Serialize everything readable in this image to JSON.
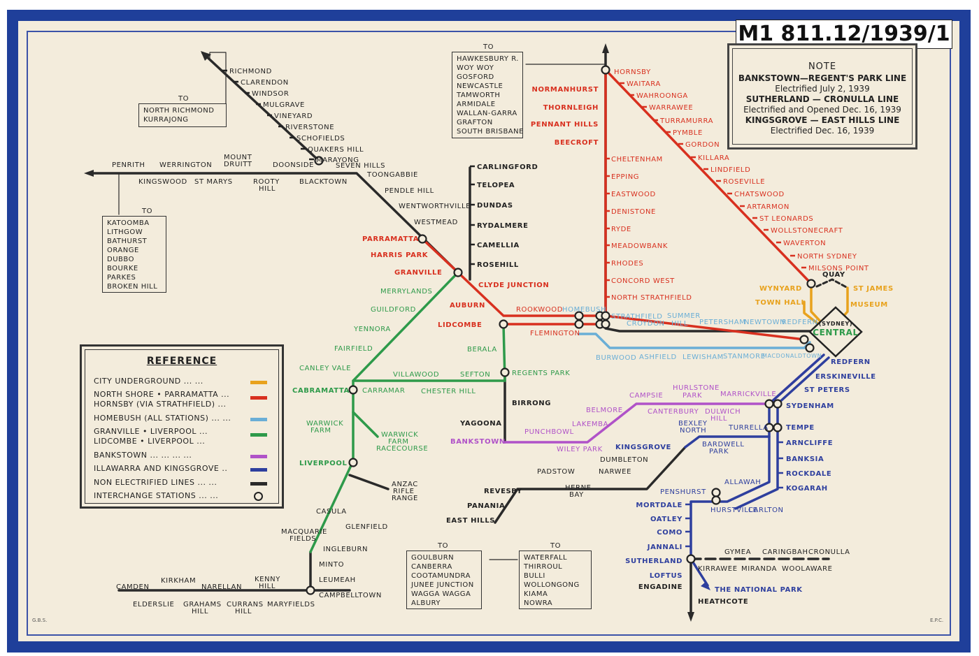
{
  "call_number": "M1 811.12/1939/1",
  "note": {
    "title": "NOTE",
    "line1": "BANKSTOWN—REGENT'S PARK LINE",
    "line2": "Electrified July 2, 1939",
    "line3": "SUTHERLAND — CRONULLA LINE",
    "line4": "Electrified and Opened Dec. 16, 1939",
    "line5": "KINGSGROVE — EAST HILLS LINE",
    "line6": "Electrified Dec. 16, 1939"
  },
  "reference": {
    "title": "REFERENCE",
    "rows": [
      "CITY UNDERGROUND ... ...",
      "NORTH SHORE • PARRAMATTA ...",
      "HORNSBY (VIA STRATHFIELD) ...",
      "HOMEBUSH (ALL STATIONS) ... ...",
      "GRANVILLE • LIVERPOOL ...",
      "LIDCOMBE • LIVERPOOL ...",
      "BANKSTOWN ... ... ... ...",
      "ILLAWARRA AND KINGSGROVE ..",
      "NON ELECTRIFIED LINES ... ...",
      "INTERCHANGE STATIONS ... ..."
    ]
  },
  "colors": {
    "city": "#e8a21d",
    "red": "#d8301f",
    "homebush": "#6aaed6",
    "green": "#2e9a4a",
    "bankstown": "#b052c8",
    "illawarra": "#2e3f9e",
    "black": "#2a2a2a",
    "border": "#1f3f9a",
    "paper": "#f3ecdc"
  },
  "boxes": {
    "north_richmond": {
      "to": "TO",
      "lines": [
        "NORTH RICHMOND",
        "KURRAJONG"
      ]
    },
    "katoomba": {
      "to": "TO",
      "lines": [
        "KATOOMBA",
        "LITHGOW",
        "BATHURST",
        "ORANGE",
        "DUBBO",
        "BOURKE",
        "PARKES",
        "BROKEN HILL"
      ]
    },
    "hawkesbury": {
      "to": "TO",
      "lines": [
        "HAWKESBURY R.",
        "WOY WOY",
        "GOSFORD",
        "NEWCASTLE",
        "TAMWORTH",
        "ARMIDALE",
        "WALLAN-GARRA",
        "GRAFTON",
        "SOUTH BRISBANE"
      ]
    },
    "goulburn": {
      "to": "TO",
      "lines": [
        "GOULBURN",
        "CANBERRA",
        "COOTAMUNDRA",
        "JUNEE JUNCTION",
        "WAGGA WAGGA",
        "ALBURY"
      ]
    },
    "waterfall": {
      "to": "TO",
      "lines": [
        "WATERFALL",
        "THIRROUL",
        "BULLI",
        "WOLLONGONG",
        "KIAMA",
        "NOWRA"
      ]
    }
  },
  "stations": {
    "richmond": "RICHMOND",
    "clarendon": "CLARENDON",
    "windsor": "WINDSOR",
    "mulgrave": "MULGRAVE",
    "vineyard": "VINEYARD",
    "riverstone": "RIVERSTONE",
    "schofields": "SCHOFIELDS",
    "quakers_hill": "QUAKERS HILL",
    "marayong": "MARAYONG",
    "seven_hills": "SEVEN HILLS",
    "toongabbie": "TOONGABBIE",
    "pendle_hill": "PENDLE HILL",
    "wentworthville": "WENTWORTHVILLE",
    "westmead": "WESTMEAD",
    "penrith": "PENRITH",
    "werrington": "WERRINGTON",
    "mount_druitt_1": "MOUNT",
    "mount_druitt_2": "DRUITT",
    "doonside": "DOONSIDE",
    "kingswood": "KINGSWOOD",
    "st_marys": "ST MARYS",
    "rooty_hill_1": "ROOTY",
    "rooty_hill_2": "HILL",
    "blacktown": "BLACKTOWN",
    "parramatta": "PARRAMATTA",
    "harris_park": "HARRIS PARK",
    "granville": "GRANVILLE",
    "clyde_junction": "CLYDE JUNCTION",
    "auburn": "AUBURN",
    "lidcombe": "LIDCOMBE",
    "rookwood": "ROOKWOOD",
    "homebush": "HOMEBUSH",
    "flemington": "FLEMINGTON",
    "carlingford": "CARLINGFORD",
    "telopea": "TELOPEA",
    "dundas": "DUNDAS",
    "rydalmere": "RYDALMERE",
    "camellia": "CAMELLIA",
    "rosehill": "ROSEHILL",
    "merrylands": "MERRYLANDS",
    "guildford": "GUILDFORD",
    "yennora": "YENNORA",
    "fairfield": "FAIRFIELD",
    "canley_vale": "CANLEY VALE",
    "cabramatta": "CABRAMATTA",
    "carramar": "CARRAMAR",
    "villawood": "VILLAWOOD",
    "chester_hill": "CHESTER HILL",
    "sefton": "SEFTON",
    "regents_park": "REGENTS PARK",
    "berala": "BERALA",
    "birrong": "BIRRONG",
    "yagoona": "YAGOONA",
    "bankstown": "BANKSTOWN",
    "warwick_farm_1": "WARWICK",
    "warwick_farm_2": "FARM",
    "racecourse_1": "WARWICK",
    "racecourse_2": "FARM",
    "racecourse_3": "RACECOURSE",
    "liverpool": "LIVERPOOL",
    "anzac_1": "ANZAC",
    "anzac_2": "RIFLE",
    "anzac_3": "RANGE",
    "casula": "CASULA",
    "glenfield": "GLENFIELD",
    "macquarie_1": "MACQUARIE",
    "macquarie_2": "FIELDS",
    "ingleburn": "INGLEBURN",
    "minto": "MINTO",
    "leumeah": "LEUMEAH",
    "campbelltown": "CAMPBELLTOWN",
    "camden": "CAMDEN",
    "kirkham": "KIRKHAM",
    "narellan": "NARELLAN",
    "kenny_hill_1": "KENNY",
    "kenny_hill_2": "HILL",
    "elderslie": "ELDERSLIE",
    "grahams_hill_1": "GRAHAMS",
    "grahams_hill_2": "HILL",
    "currans_hill_1": "CURRANS",
    "currans_hill_2": "HILL",
    "maryfields": "MARYFIELDS",
    "hornsby": "HORNSBY",
    "normanhurst": "NORMANHURST",
    "thornleigh": "THORNLEIGH",
    "pennant_hills": "PENNANT HILLS",
    "beecroft": "BEECROFT",
    "cheltenham": "CHELTENHAM",
    "epping": "EPPING",
    "eastwood": "EASTWOOD",
    "denistone": "DENISTONE",
    "ryde": "RYDE",
    "meadowbank": "MEADOWBANK",
    "rhodes": "RHODES",
    "concord_west": "CONCORD WEST",
    "north_strathfield": "NORTH STRATHFIELD",
    "waitara": "WAITARA",
    "wahroonga": "WAHROONGA",
    "warrawee": "WARRAWEE",
    "turramurra": "TURRAMURRA",
    "pymble": "PYMBLE",
    "gordon": "GORDON",
    "killara": "KILLARA",
    "lindfield": "LINDFIELD",
    "roseville": "ROSEVILLE",
    "chatswood": "CHATSWOOD",
    "artarmon": "ARTARMON",
    "st_leonards": "ST LEONARDS",
    "wollstonecraft": "WOLLSTONECRAFT",
    "waverton": "WAVERTON",
    "north_sydney": "NORTH SYDNEY",
    "milsons_point": "MILSONS POINT",
    "wynyard": "WYNYARD",
    "town_hall": "TOWN HALL",
    "quay": "QUAY",
    "st_james": "ST JAMES",
    "museum": "MUSEUM",
    "strathfield": "STRATHFIELD",
    "croydon": "CROYDON",
    "summer_hill_1": "SUMMER",
    "summer_hill_2": "HILL",
    "petersham": "PETERSHAM",
    "newtown": "NEWTOWN",
    "redfern_top": "REDFERN",
    "burwood": "BURWOOD",
    "ashfield": "ASHFIELD",
    "lewisham": "LEWISHAM",
    "stanmore": "STANMORE",
    "macdonaldtown": "MACDONALDTOWN",
    "central_1": "(SYDNEY)",
    "central_2": "CENTRAL",
    "redfern": "REDFERN",
    "erskineville": "ERSKINEVILLE",
    "st_peters": "ST PETERS",
    "sydenham": "SYDENHAM",
    "tempe": "TEMPE",
    "arncliffe": "ARNCLIFFE",
    "banksia": "BANKSIA",
    "rockdale": "ROCKDALE",
    "kogarah": "KOGARAH",
    "campsie": "CAMPSIE",
    "hurlstone_1": "HURLSTONE",
    "hurlstone_2": "PARK",
    "marrickville": "MARRICKVILLE",
    "belmore": "BELMORE",
    "canterbury": "CANTERBURY",
    "dulwich_1": "DULWICH",
    "dulwich_2": "HILL",
    "lakemba": "LAKEMBA",
    "punchbowl": "PUNCHBOWL",
    "wiley_park": "WILEY PARK",
    "bexley_1": "BEXLEY",
    "bexley_2": "NORTH",
    "turrella": "TURRELLA",
    "kingsgrove": "KINGSGROVE",
    "bardwell_1": "BARDWELL",
    "bardwell_2": "PARK",
    "dumbleton": "DUMBLETON",
    "narwee": "NARWEE",
    "padstow": "PADSTOW",
    "herne_1": "HERNE",
    "herne_2": "BAY",
    "revesby": "REVESBY",
    "panania": "PANANIA",
    "east_hills": "EAST HILLS",
    "allawah": "ALLAWAH",
    "penshurst": "PENSHURST",
    "hurstville": "HURSTVILLE",
    "carlton": "CARLTON",
    "mortdale": "MORTDALE",
    "oatley": "OATLEY",
    "como": "COMO",
    "jannali": "JANNALI",
    "sutherland": "SUTHERLAND",
    "loftus": "LOFTUS",
    "national_park": "THE NATIONAL PARK",
    "engadine": "ENGADINE",
    "heathcote": "HEATHCOTE",
    "gymea": "GYMEA",
    "caringbah": "CARINGBAH",
    "cronulla": "CRONULLA",
    "kirrawee": "KIRRAWEE",
    "miranda": "MIRANDA",
    "woolaware": "WOOLAWARE"
  },
  "credits": {
    "left": "G.B.S.",
    "right": "E.P.C."
  }
}
